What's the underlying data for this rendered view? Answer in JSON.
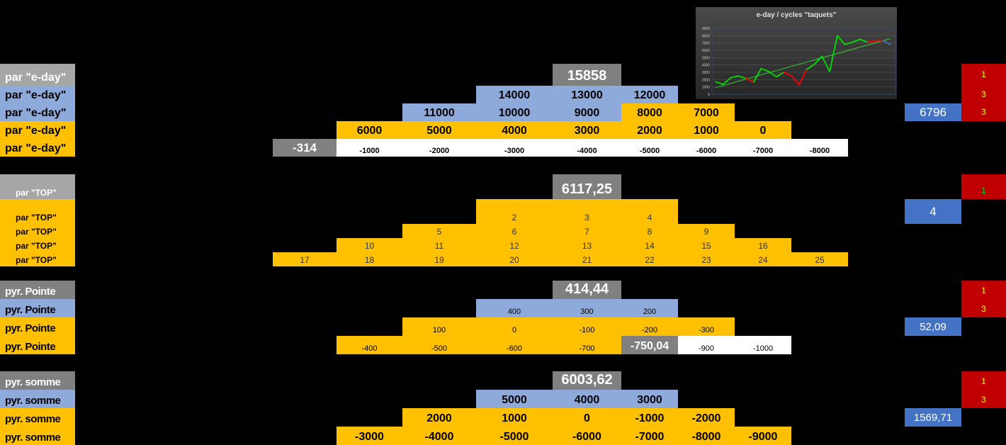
{
  "sections": [
    {
      "label": "par \"e-day\"",
      "rows": [
        [
          "15858"
        ],
        [
          "14000",
          "13000",
          "12000"
        ],
        [
          "11000",
          "10000",
          "9000",
          "8000",
          "7000"
        ],
        [
          "6000",
          "5000",
          "4000",
          "3000",
          "2000",
          "1000",
          "0"
        ],
        [
          "-314",
          "-1000",
          "-2000",
          "-3000",
          "-4000",
          "-5000",
          "-6000",
          "-7000",
          "-8000"
        ]
      ],
      "side_value": "6796",
      "flags": [
        "1",
        "3",
        "3"
      ]
    },
    {
      "label": "par \"TOP\"",
      "rows": [
        [
          "6117,25"
        ],
        [
          "2",
          "3",
          "4"
        ],
        [
          "5",
          "6",
          "7",
          "8",
          "9"
        ],
        [
          "10",
          "11",
          "12",
          "13",
          "14",
          "15",
          "16"
        ],
        [
          "17",
          "18",
          "19",
          "20",
          "21",
          "22",
          "23",
          "24",
          "25"
        ]
      ],
      "side_value": "4",
      "flags": [
        "1"
      ]
    },
    {
      "label": "pyr. Pointe",
      "rows": [
        [
          "414,44"
        ],
        [
          "400",
          "300",
          "200"
        ],
        [
          "100",
          "0",
          "-100",
          "-200",
          "-300"
        ],
        [
          "-400",
          "-500",
          "-600",
          "-700",
          "-750,04",
          "-900",
          "-1000"
        ]
      ],
      "side_value": "52,09",
      "flags": [
        "1",
        "3"
      ]
    },
    {
      "label": "pyr. somme",
      "rows": [
        [
          "6003,62"
        ],
        [
          "5000",
          "4000",
          "3000"
        ],
        [
          "2000",
          "1000",
          "0",
          "-1000",
          "-2000"
        ],
        [
          "-3000",
          "-4000",
          "-5000",
          "-6000",
          "-7000",
          "-8000",
          "-9000"
        ]
      ],
      "side_value": "1569,71",
      "flags": [
        "1",
        "3"
      ]
    }
  ],
  "chart_data": {
    "type": "line",
    "title": "e-day   / cycles \"taquets\"",
    "ylim": [
      0,
      9000
    ],
    "yticks": [
      "0",
      "1000",
      "2000",
      "3000",
      "4000",
      "5000",
      "6000",
      "7000",
      "8000",
      "9000"
    ],
    "values": [
      1700,
      1350,
      2250,
      2500,
      2150,
      1650,
      3500,
      3100,
      2400,
      3000,
      2500,
      1300,
      3400,
      4100,
      5200,
      3100,
      8000,
      6800,
      7100,
      7500,
      7100,
      7300,
      7300,
      6800
    ],
    "segment_colors": [
      "green",
      "green",
      "green",
      "green",
      "red",
      "green",
      "green",
      "green",
      "green",
      "red",
      "red",
      "red",
      "green",
      "green",
      "green",
      "green",
      "green",
      "green",
      "green",
      "green",
      "red",
      "red",
      "blue"
    ],
    "trendline": [
      900,
      7600
    ],
    "colors": {
      "green": "#00e000",
      "red": "#ff0000",
      "blue": "#4472c4",
      "trend": "#33cc33"
    }
  }
}
